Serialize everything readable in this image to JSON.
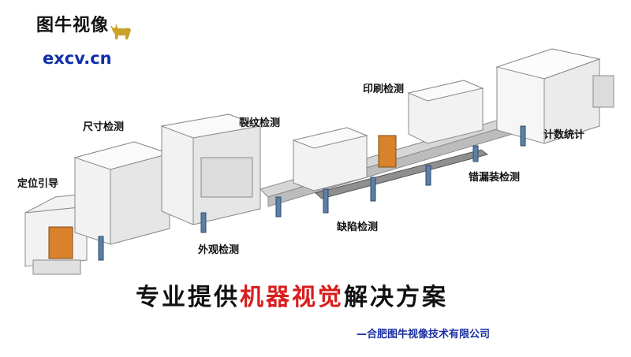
{
  "logo": {
    "name": "图牛视像",
    "url": "excv.cn"
  },
  "stations": [
    {
      "key": "positioning",
      "label": "定位引导"
    },
    {
      "key": "size",
      "label": "尺寸检测"
    },
    {
      "key": "crack",
      "label": "裂纹检测"
    },
    {
      "key": "print",
      "label": "印刷检测"
    },
    {
      "key": "count",
      "label": "计数统计"
    },
    {
      "key": "misload",
      "label": "错漏装检测"
    },
    {
      "key": "defect",
      "label": "缺陷检测"
    },
    {
      "key": "appearance",
      "label": "外观检测"
    }
  ],
  "slogan": {
    "part1": "专业提供",
    "part2": "机器视觉",
    "part3": "解决方案"
  },
  "company": "—合肥图牛视像技术有限公司",
  "colors": {
    "slogan_black": "#111111",
    "slogan_red": "#d81e1e",
    "company_blue": "#1a2fa0",
    "url_blue": "#0f2fa8"
  }
}
